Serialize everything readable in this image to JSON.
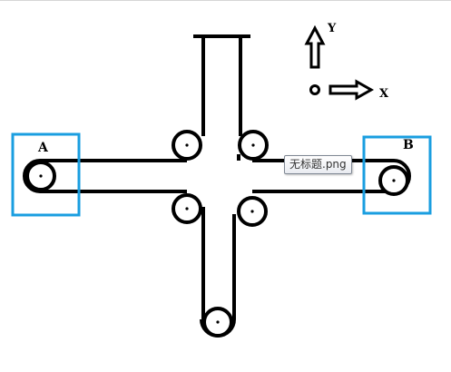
{
  "diagram": {
    "labels": {
      "box_a": "A",
      "box_b": "B",
      "axis_y": "Y",
      "axis_x": "X"
    },
    "tooltip": "无标题.png",
    "colors": {
      "stroke": "#000000",
      "box_outline": "#1a9ee0",
      "background": "#ffffff"
    },
    "icons": {
      "y_axis": "up-arrow-icon",
      "x_axis": "right-arrow-icon",
      "origin": "origin-dot-icon"
    }
  }
}
